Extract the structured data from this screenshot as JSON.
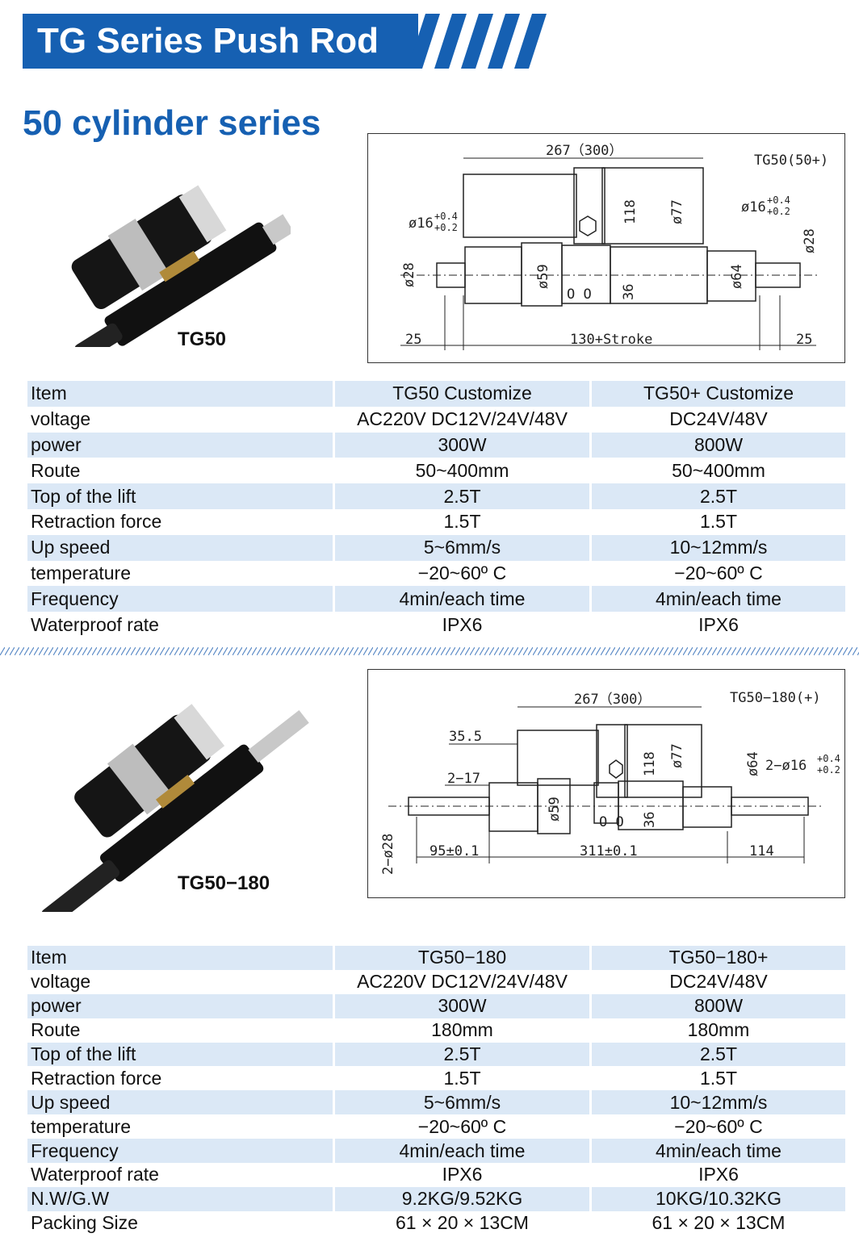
{
  "header": {
    "title": "TG Series Push Rod",
    "accent_color": "#1660b2"
  },
  "section": {
    "title": "50 cylinder series"
  },
  "products": [
    {
      "model": "TG50",
      "drawing": {
        "label": "TG50(50+)",
        "dims": {
          "overall": "267（300）",
          "hole_left": "ø16",
          "hole_left_tol_up": "+0.4",
          "hole_left_tol_down": "+0.2",
          "hole_right": "ø16",
          "hole_right_tol_up": "+0.4",
          "hole_right_tol_down": "+0.2",
          "d118": "118",
          "d77": "ø77",
          "d28_left": "ø28",
          "d28_right": "ø28",
          "d59": "ø59",
          "d36": "36",
          "d64": "ø64",
          "left_end": "25",
          "stroke": "130+Stroke",
          "right_end": "25",
          "oo": "O  O"
        }
      },
      "table": {
        "headers": [
          "Item",
          "TG50 Customize",
          "TG50+ Customize"
        ],
        "rows": [
          [
            "voltage",
            "AC220V    DC12V/24V/48V",
            "DC24V/48V"
          ],
          [
            "power",
            "300W",
            "800W"
          ],
          [
            "Route",
            "50~400mm",
            "50~400mm"
          ],
          [
            "Top of the lift",
            "2.5T",
            "2.5T"
          ],
          [
            "Retraction force",
            "1.5T",
            "1.5T"
          ],
          [
            "Up speed",
            "5~6mm/s",
            "10~12mm/s"
          ],
          [
            "temperature",
            "−20~60º C",
            "−20~60º C"
          ],
          [
            "Frequency",
            "4min/each time",
            "4min/each time"
          ],
          [
            "Waterproof rate",
            "IPX6",
            "IPX6"
          ]
        ]
      }
    },
    {
      "model": "TG50−180",
      "drawing": {
        "label": "TG50−180(+)",
        "dims": {
          "overall": "267（300）",
          "d35": "35.5",
          "d217": "2−17",
          "d228": "2−ø28",
          "d59": "ø59",
          "d36": "36",
          "d118": "118",
          "d77": "ø77",
          "d64": "ø64",
          "hole": "2−ø16",
          "hole_tol_up": "+0.4",
          "hole_tol_down": "+0.2",
          "left_len": "95±0.1",
          "mid_len": "311±0.1",
          "right_len": "114",
          "oo": "O  O"
        }
      },
      "table": {
        "headers": [
          "Item",
          "TG50−180",
          "TG50−180+"
        ],
        "rows": [
          [
            "voltage",
            "AC220V    DC12V/24V/48V",
            "DC24V/48V"
          ],
          [
            "power",
            "300W",
            "800W"
          ],
          [
            "Route",
            "180mm",
            "180mm"
          ],
          [
            "Top of the lift",
            "2.5T",
            "2.5T"
          ],
          [
            "Retraction force",
            "1.5T",
            "1.5T"
          ],
          [
            "Up speed",
            "5~6mm/s",
            "10~12mm/s"
          ],
          [
            "temperature",
            "−20~60º C",
            "−20~60º C"
          ],
          [
            "Frequency",
            "4min/each time",
            "4min/each time"
          ],
          [
            "Waterproof rate",
            "IPX6",
            "IPX6"
          ],
          [
            "N.W/G.W",
            "9.2KG/9.52KG",
            "10KG/10.32KG"
          ],
          [
            "Packing Size",
            "61 × 20 × 13CM",
            "61 × 20 × 13CM"
          ]
        ]
      }
    }
  ]
}
